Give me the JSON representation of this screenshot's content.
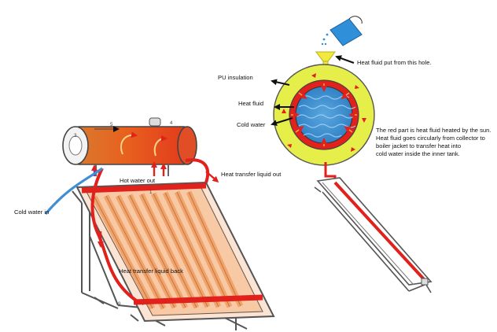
{
  "labels": {
    "heat_fluid_put": "Heat fluid put from this hole.",
    "pu_insulation": "PU insulation",
    "heat_fluid": "Heat fluid",
    "cold_water_right": "Cold water",
    "description": [
      "The red part is heat fluid heated by the sun.",
      "Heat fluid goes circularly from collector to",
      "boiler jacket to transfer heat into",
      "cold water inside the inner tank."
    ],
    "hot_water_out": "Hot water out",
    "heat_transfer_liquid_out": "Heat transfer liquid out",
    "cold_water_in": "Cold water in",
    "heat_transfer_liquid_back": "Heat transfer liquid back"
  },
  "callout_numbers": [
    "3",
    "5",
    "4",
    "1",
    "9"
  ],
  "colors": {
    "heat_red": "#e0211c",
    "insulation_yellow": "#e6ef4a",
    "water_blue": "#3f8fd2",
    "collector_orange": "#f2a36a",
    "frame_gray": "#555555",
    "bucket_blue": "#2f8fd8",
    "funnel_yellow": "#f1e93e"
  },
  "icons": [
    "bucket-icon",
    "funnel-icon",
    "arrow-icon"
  ]
}
